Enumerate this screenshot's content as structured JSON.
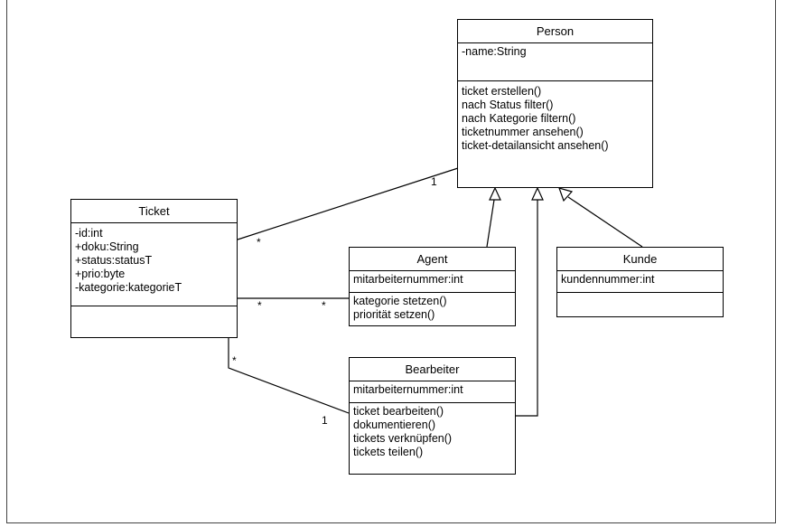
{
  "classes": {
    "person": {
      "name": "Person",
      "attributes": [
        "-name:String"
      ],
      "methods": [
        "ticket erstellen()",
        "nach Status filter()",
        "nach Kategorie filtern()",
        "ticketnummer ansehen()",
        "ticket-detailansicht ansehen()"
      ]
    },
    "ticket": {
      "name": "Ticket",
      "attributes": [
        "-id:int",
        "+doku:String",
        "+status:statusT",
        "+prio:byte",
        "-kategorie:kategorieT"
      ],
      "methods": []
    },
    "agent": {
      "name": "Agent",
      "attributes": [
        "mitarbeiternummer:int"
      ],
      "methods": [
        "kategorie stetzen()",
        "priorität setzen()"
      ]
    },
    "kunde": {
      "name": "Kunde",
      "attributes": [
        "kundennummer:int"
      ],
      "methods": []
    },
    "bearbeiter": {
      "name": "Bearbeiter",
      "attributes": [
        "mitarbeiternummer:int"
      ],
      "methods": [
        "ticket bearbeiten()",
        "dokumentieren()",
        "tickets verknüpfen()",
        "tickets teilen()"
      ]
    }
  },
  "multiplicities": {
    "person_ticket_person_end": "1",
    "person_ticket_ticket_end": "*",
    "agent_ticket_ticket_end": "*",
    "agent_ticket_agent_end": "*",
    "bearbeiter_ticket_ticket_end": "*",
    "bearbeiter_ticket_bearbeiter_end": "1"
  }
}
